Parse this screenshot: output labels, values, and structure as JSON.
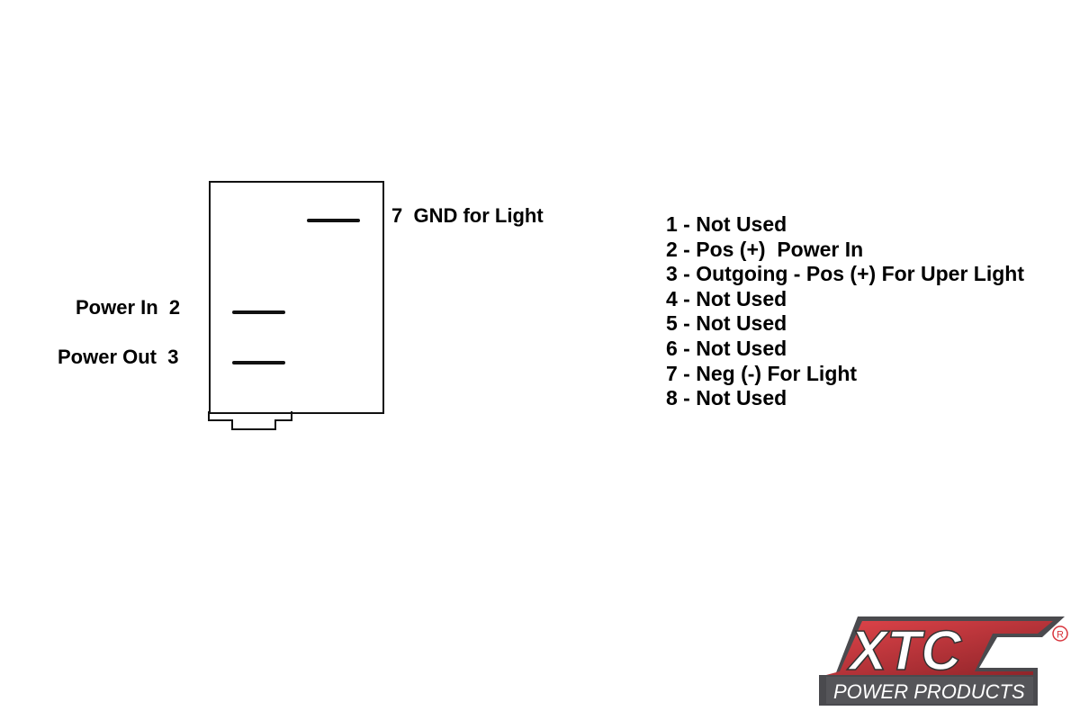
{
  "diagram": {
    "type": "switch-pinout",
    "pins_on_switch": [
      {
        "number": "7",
        "label": "GND for Light",
        "side": "right"
      },
      {
        "number": "2",
        "label": "Power In",
        "side": "left"
      },
      {
        "number": "3",
        "label": "Power Out",
        "side": "left"
      }
    ],
    "labels": {
      "pin7": "7  GND for Light",
      "pin2": "Power In  2",
      "pin3": "Power Out  3"
    }
  },
  "legend": {
    "items": [
      {
        "text": "1 - Not Used"
      },
      {
        "text": "2 - Pos (+)  Power In"
      },
      {
        "text": "3 - Outgoing - Pos (+) For Uper Light"
      },
      {
        "text": "4 - Not Used"
      },
      {
        "text": "5 - Not Used"
      },
      {
        "text": "6 - Not Used"
      },
      {
        "text": "7 - Neg (-) For Light"
      },
      {
        "text": "8 - Not Used"
      }
    ]
  },
  "logo": {
    "brand": "XTC",
    "tagline": "POWER PRODUCTS",
    "registered": "®",
    "colors": {
      "red": "#d8343c",
      "gray": "#4a4a4e",
      "white": "#ffffff"
    }
  }
}
